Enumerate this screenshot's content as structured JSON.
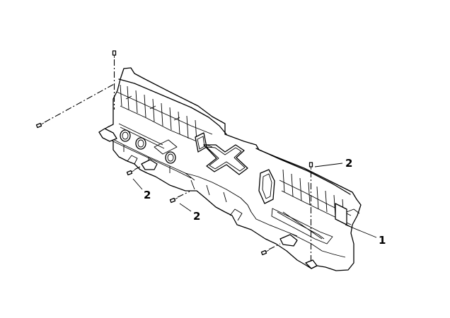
{
  "callouts": {
    "part_1": "1",
    "part_2a": "2",
    "part_2b": "2",
    "part_2c": "2"
  },
  "colors": {
    "line": "#000000",
    "background": "#ffffff"
  }
}
